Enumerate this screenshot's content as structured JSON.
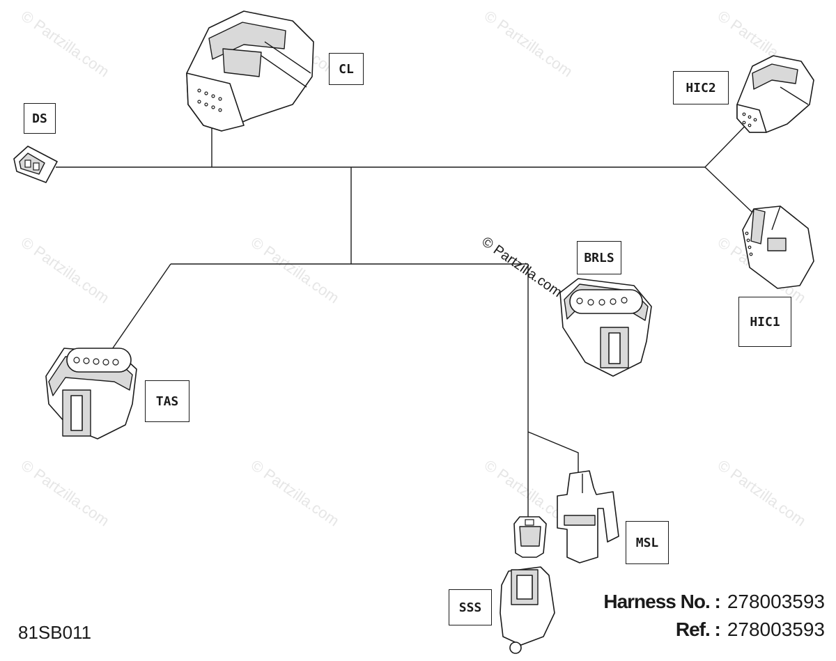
{
  "watermark": {
    "text": "© Partzilla.com",
    "center_text": "© Partzilla.com"
  },
  "connectors": {
    "cl": "CL",
    "ds": "DS",
    "hic2": "HIC2",
    "hic1": "HIC1",
    "brls": "BRLS",
    "tas": "TAS",
    "msl": "MSL",
    "sss": "SSS"
  },
  "figure_code": "81SB011",
  "harness": {
    "number_label": "Harness No. :",
    "number_value": "278003593",
    "ref_label": "Ref. :",
    "ref_value": "278003593"
  }
}
